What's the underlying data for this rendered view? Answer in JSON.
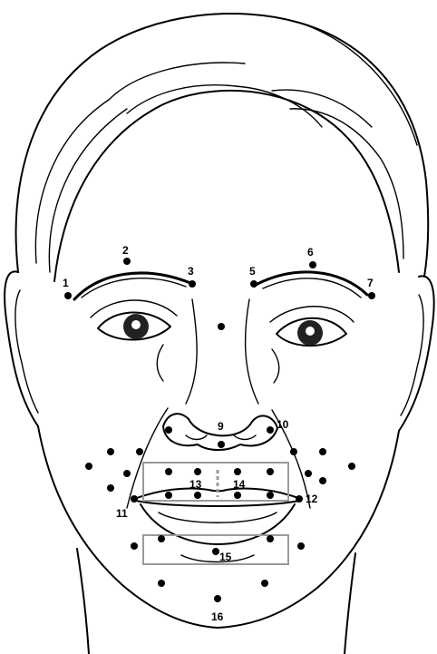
{
  "figure": {
    "labels": [
      "1",
      "2",
      "3",
      "5",
      "6",
      "7",
      "9",
      "10",
      "11",
      "12",
      "13",
      "14",
      "15",
      "16"
    ],
    "colors": {
      "line": "#000000",
      "marker": "#000000",
      "box": "#9a9a9a",
      "dash": "#9a9a9a",
      "background": "#ffffff"
    }
  }
}
